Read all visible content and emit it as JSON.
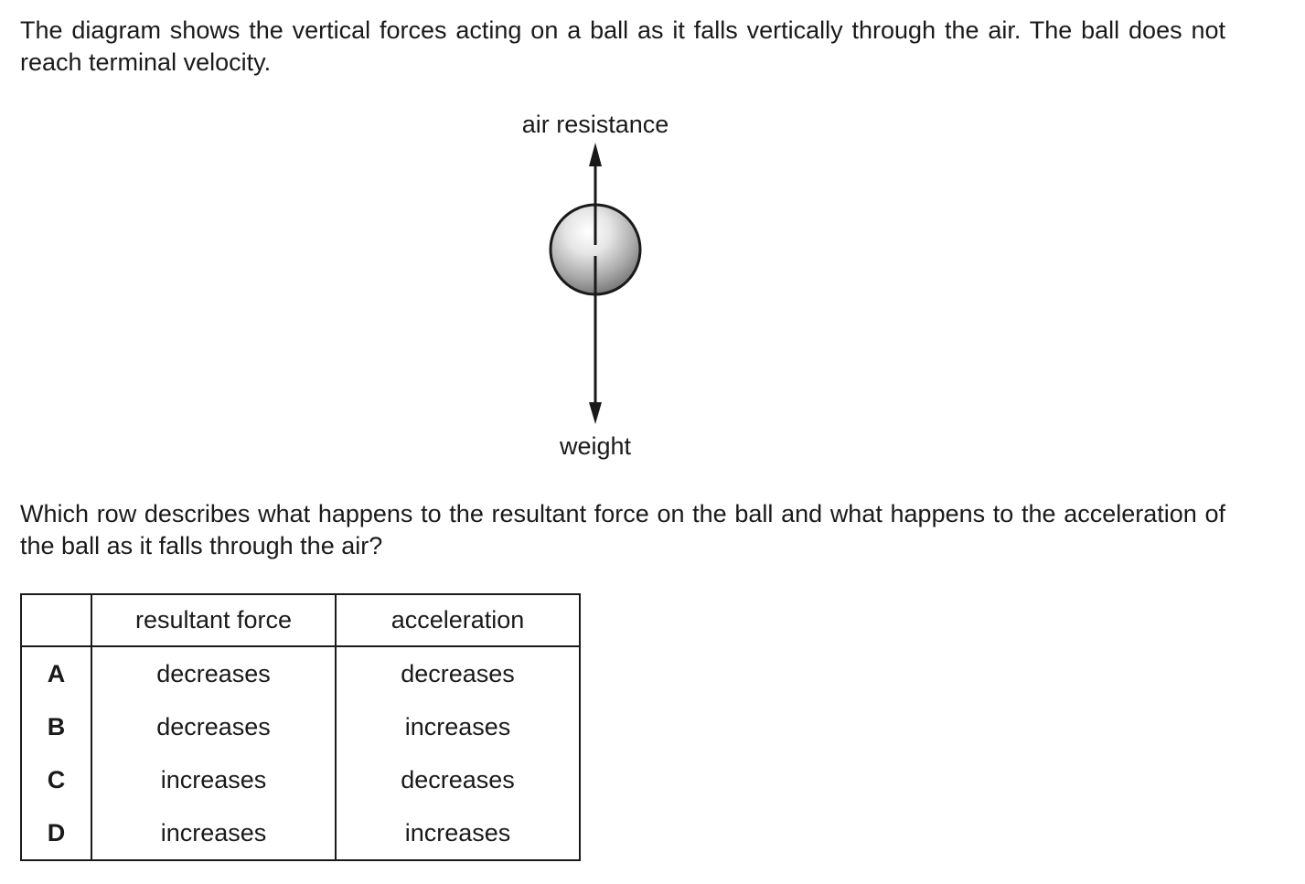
{
  "intro": "The diagram shows the vertical forces acting on a ball as it falls vertically through the air. The ball does not reach terminal velocity.",
  "diagram": {
    "label_up": "air resistance",
    "label_down": "weight"
  },
  "question": "Which row describes what happens to the resultant force on the ball and what happens to the acceleration of the ball as it falls through the air?",
  "table": {
    "headers": [
      "",
      "resultant force",
      "acceleration"
    ],
    "rows": [
      {
        "letter": "A",
        "resultant_force": "decreases",
        "acceleration": "decreases"
      },
      {
        "letter": "B",
        "resultant_force": "decreases",
        "acceleration": "increases"
      },
      {
        "letter": "C",
        "resultant_force": "increases",
        "acceleration": "decreases"
      },
      {
        "letter": "D",
        "resultant_force": "increases",
        "acceleration": "increases"
      }
    ]
  }
}
